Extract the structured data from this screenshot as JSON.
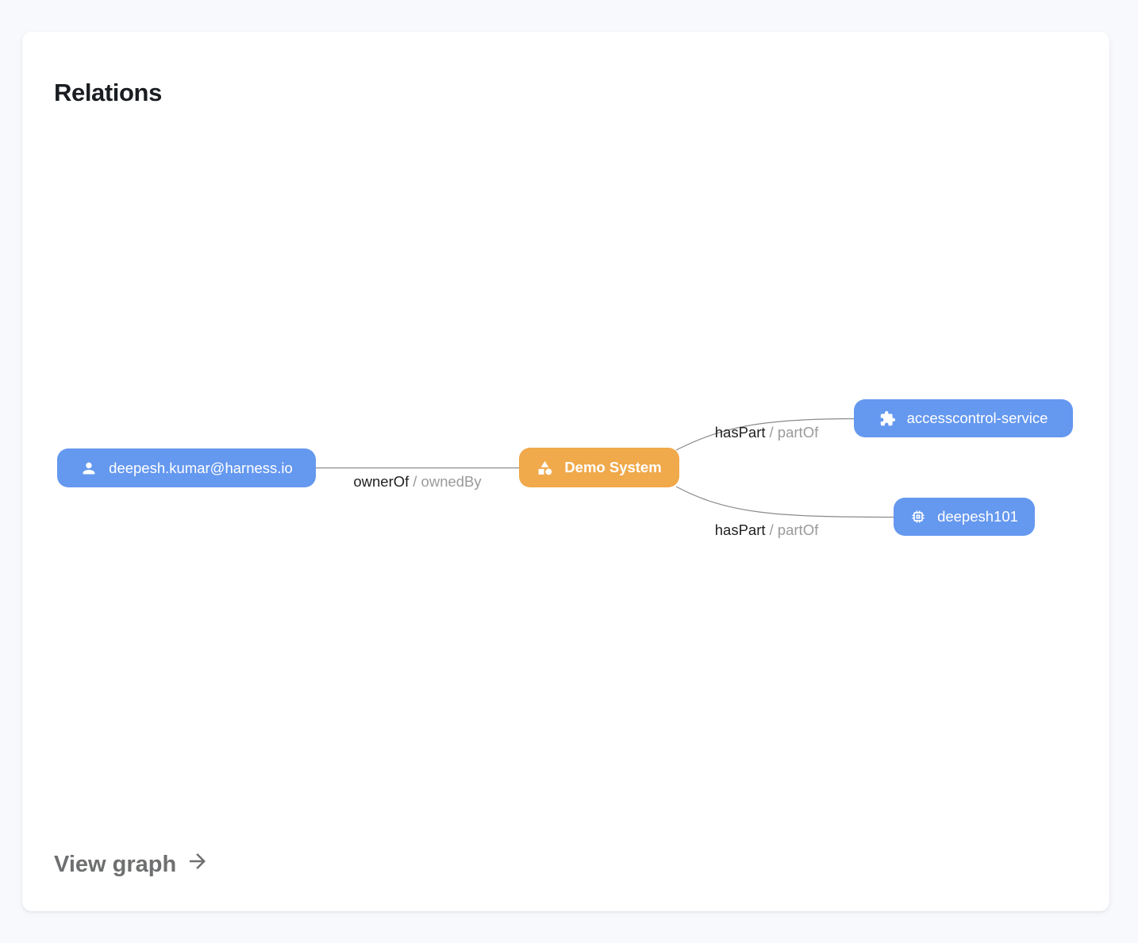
{
  "card": {
    "title": "Relations",
    "view_graph_label": "View graph"
  },
  "graph": {
    "nodes": [
      {
        "id": "user",
        "label": "deepesh.kumar@harness.io",
        "icon": "person-icon",
        "color": "#6598EF"
      },
      {
        "id": "system",
        "label": "Demo System",
        "icon": "category-icon",
        "color": "#F0A94B"
      },
      {
        "id": "service",
        "label": "accesscontrol-service",
        "icon": "puzzle-icon",
        "color": "#6598EF"
      },
      {
        "id": "component",
        "label": "deepesh101",
        "icon": "chip-icon",
        "color": "#6598EF"
      }
    ],
    "edges": [
      {
        "from": "deepesh.kumar@harness.io",
        "to": "Demo System",
        "label_primary": "ownerOf",
        "label_secondary": "/ ownedBy"
      },
      {
        "from": "Demo System",
        "to": "accesscontrol-service",
        "label_primary": "hasPart",
        "label_secondary": "/ partOf"
      },
      {
        "from": "Demo System",
        "to": "deepesh101",
        "label_primary": "hasPart",
        "label_secondary": "/ partOf"
      }
    ]
  },
  "colors": {
    "node_blue": "#6598EF",
    "node_orange": "#F0A94B",
    "node_text": "#FFFFFF",
    "edge_line": "#8A8A8A",
    "edge_label_primary": "#1F1F1F",
    "edge_label_secondary": "#9A9A9A",
    "card_background": "#FFFFFF",
    "page_background": "#F7F9FC",
    "title_color": "#1A1D21",
    "view_graph_color": "#6E6F70"
  }
}
